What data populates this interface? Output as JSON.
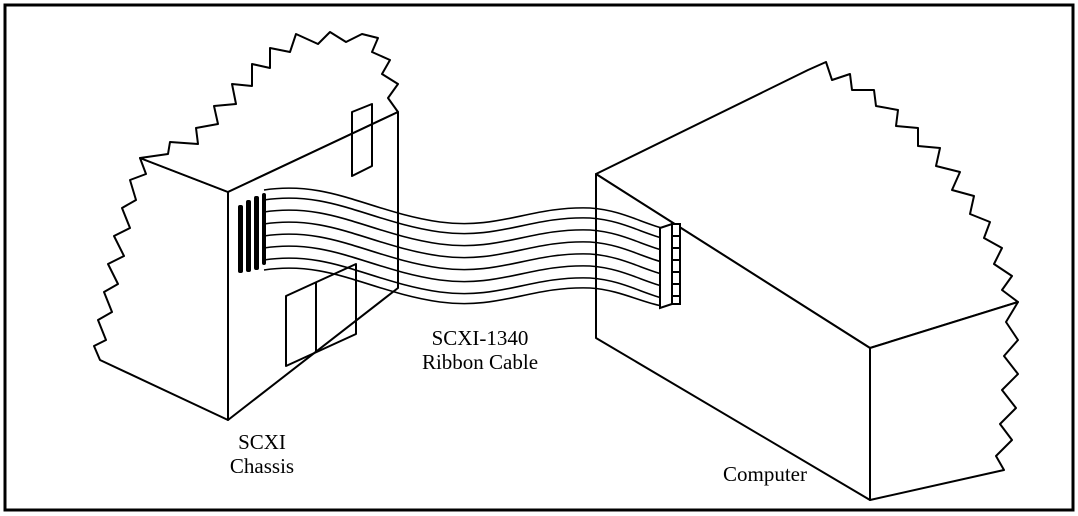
{
  "diagram": {
    "labels": {
      "chassis_line1": "SCXI",
      "chassis_line2": "Chassis",
      "cable_line1": "SCXI-1340",
      "cable_line2": "Ribbon Cable",
      "computer": "Computer"
    },
    "colors": {
      "stroke": "#000000",
      "fill": "#ffffff"
    },
    "components": [
      "SCXI chassis",
      "ribbon cable",
      "computer"
    ],
    "icons": [
      "chassis-illustration",
      "ribbon-cable-illustration",
      "computer-illustration",
      "connector-icon"
    ]
  }
}
